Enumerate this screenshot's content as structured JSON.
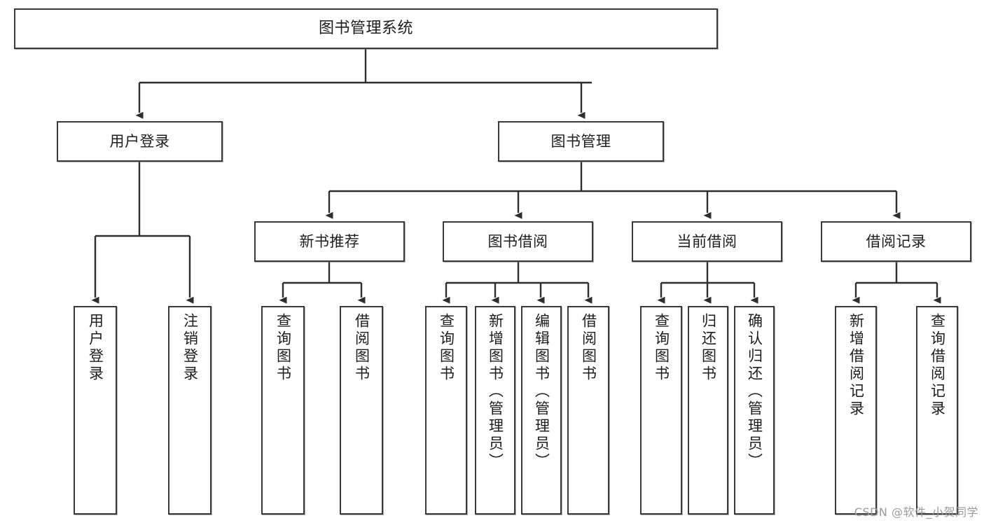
{
  "diagram": {
    "title": "图书管理系统",
    "watermark": "CSDN @软件_小贺同学",
    "stroke_color": "#3a3a3a",
    "text_color": "#1d1d1d",
    "background_color": "#ffffff",
    "root": {
      "label": "图书管理系统"
    },
    "level2": [
      {
        "label": "用户登录"
      },
      {
        "label": "图书管理"
      }
    ],
    "level3": [
      {
        "label": "新书推荐"
      },
      {
        "label": "图书借阅"
      },
      {
        "label": "当前借阅"
      },
      {
        "label": "借阅记录"
      }
    ],
    "leaves": {
      "user_login": [
        {
          "label": "用户登录"
        },
        {
          "label": "注销登录"
        }
      ],
      "new_book": [
        {
          "label": "查询图书"
        },
        {
          "label": "借阅图书"
        }
      ],
      "book_borrow": [
        {
          "label": "查询图书"
        },
        {
          "label": "新增图书（管理员）"
        },
        {
          "label": "编辑图书（管理员）"
        },
        {
          "label": "借阅图书"
        }
      ],
      "current_borrow": [
        {
          "label": "查询图书"
        },
        {
          "label": "归还图书"
        },
        {
          "label": "确认归还（管理员）"
        }
      ],
      "borrow_record": [
        {
          "label": "新增借阅记录"
        },
        {
          "label": "查询借阅记录"
        }
      ]
    }
  }
}
